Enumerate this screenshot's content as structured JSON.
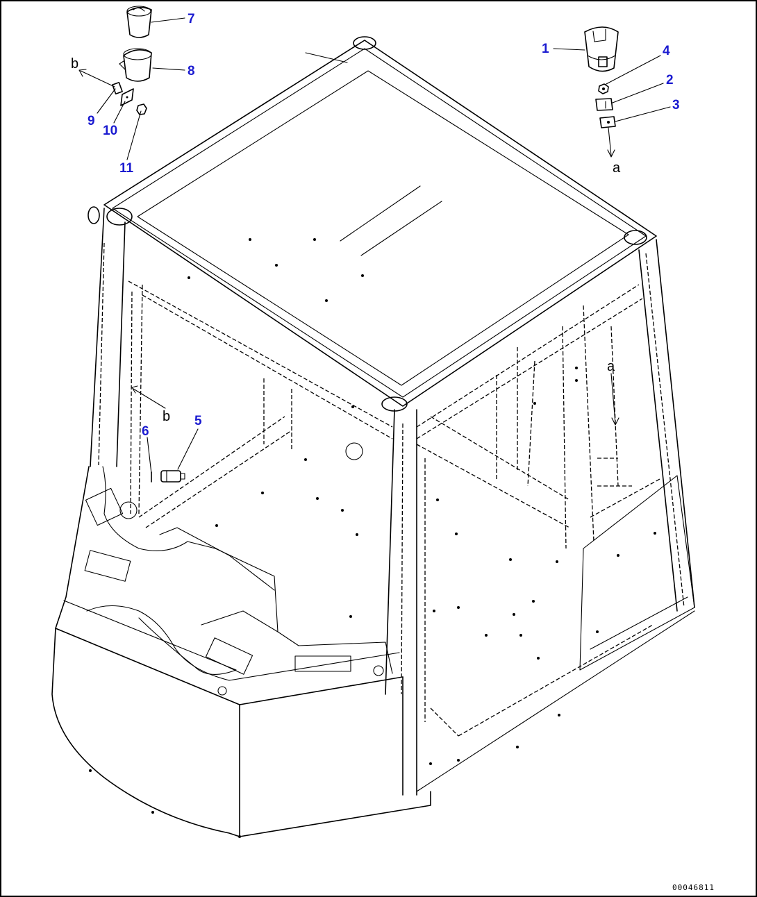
{
  "callouts": {
    "c1": "1",
    "c2": "2",
    "c3": "3",
    "c4": "4",
    "c5": "5",
    "c6": "6",
    "c7": "7",
    "c8": "8",
    "c9": "9",
    "c10": "10",
    "c11": "11"
  },
  "letters": {
    "a_top": "a",
    "a_cab": "a",
    "b_top": "b",
    "b_cab": "b"
  },
  "drawing_code": "00046811",
  "colors": {
    "callout": "#1a1ad0",
    "line": "#000000",
    "frame": "#000000"
  }
}
